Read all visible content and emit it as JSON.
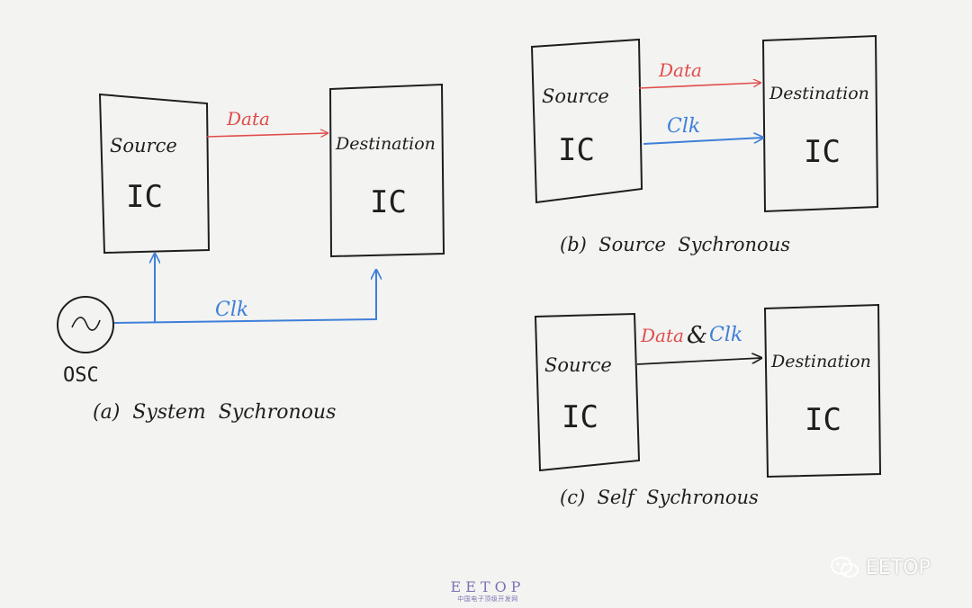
{
  "colors": {
    "data": "#e04b4b",
    "clk": "#3e7fd9",
    "ink": "#1e1e1e",
    "paper": "#f3f3f1",
    "watermark": "#7e73b4"
  },
  "panel_a": {
    "source_line1": "Source",
    "source_line2": "IC",
    "dest_line1": "Destination",
    "dest_line2": "IC",
    "data_label": "Data",
    "clk_label": "Clk",
    "osc_label": "OSC",
    "osc_icon": "sine-wave-icon",
    "caption": "(a)  System  Sychronous"
  },
  "panel_b": {
    "source_line1": "Source",
    "source_line2": "IC",
    "dest_line1": "Destination",
    "dest_line2": "IC",
    "data_label": "Data",
    "clk_label": "Clk",
    "caption": "(b)  Source  Sychronous"
  },
  "panel_c": {
    "source_line1": "Source",
    "source_line2": "IC",
    "dest_line1": "Destination",
    "dest_line2": "IC",
    "data_label": "Data",
    "amp_label": "&",
    "clk_label": "Clk",
    "caption": "(c)  Self  Sychronous"
  },
  "watermark": {
    "title": "EETOP",
    "subtitle": "中国电子顶级开发网"
  },
  "badge": {
    "label": "EETOP",
    "icon": "wechat-icon"
  }
}
